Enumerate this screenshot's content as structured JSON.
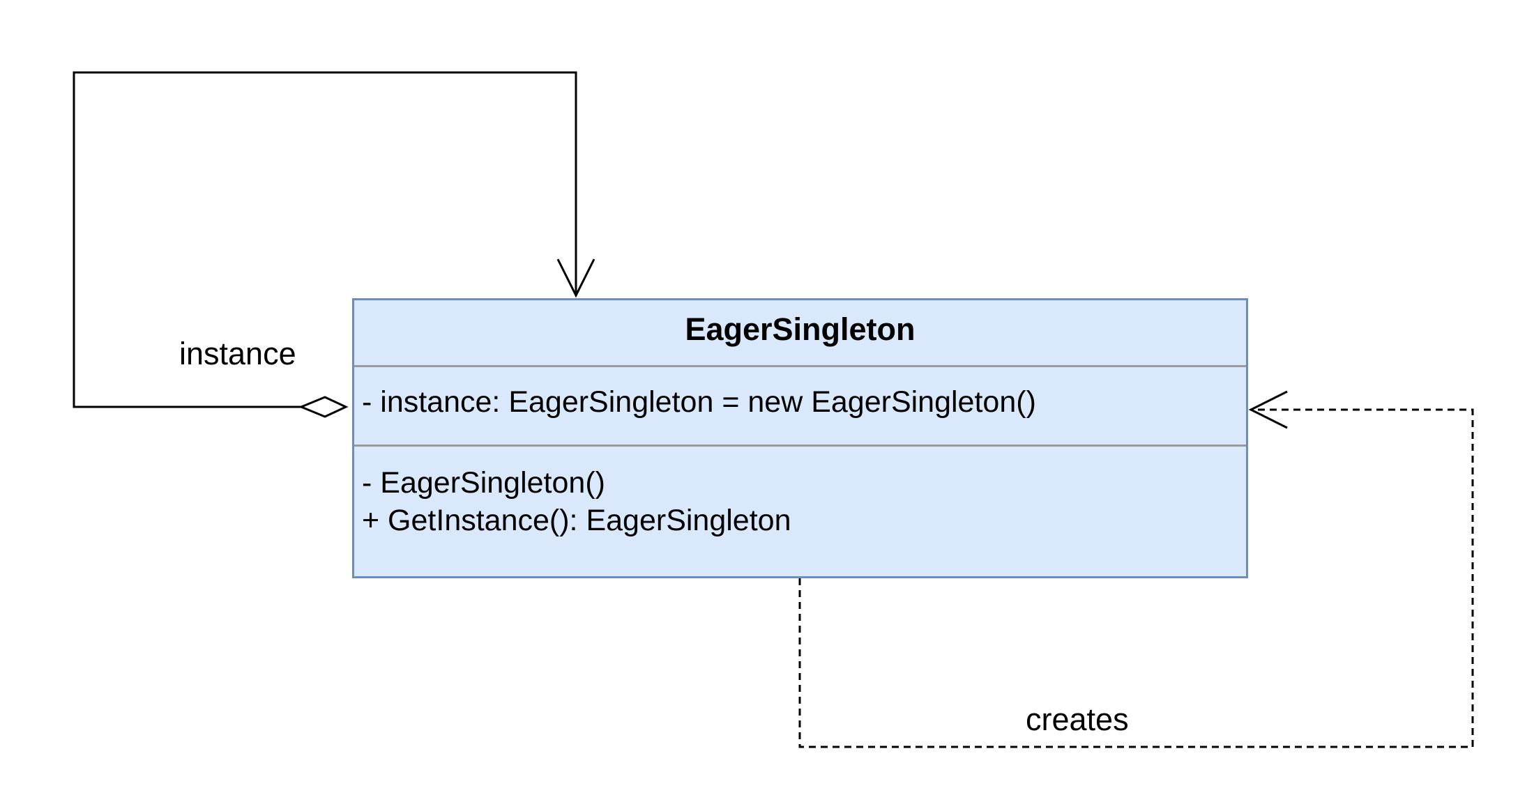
{
  "class": {
    "name": "EagerSingleton",
    "attributes": [
      "- instance: EagerSingleton = new EagerSingleton()"
    ],
    "operations": [
      "- EagerSingleton()",
      "+ GetInstance(): EagerSingleton"
    ],
    "fill_color": "#dae8fc",
    "border_color": "#6c8ebf"
  },
  "edges": {
    "aggregation": {
      "label": "instance",
      "source_end": "hollow-diamond",
      "target_end": "open-arrow",
      "line": "solid"
    },
    "dependency": {
      "label": "creates",
      "target_end": "open-arrow",
      "line": "dashed"
    }
  }
}
